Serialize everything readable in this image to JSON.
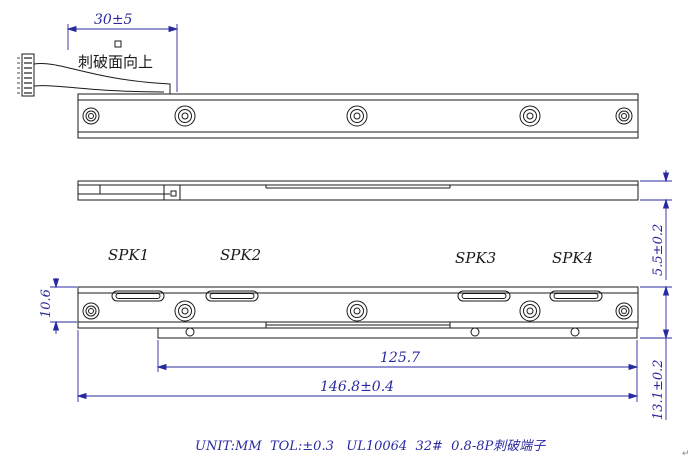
{
  "dimensions": {
    "cable_length": "30±5",
    "body_height": "5.5±0.2",
    "board_height": "10.6",
    "inner_length": "125.7",
    "total_length": "146.8±0.4",
    "total_height": "13.1±0.2"
  },
  "annotations": {
    "puncture_side_up": "刺破面向上"
  },
  "speakers": [
    "SPK1",
    "SPK2",
    "SPK3",
    "SPK4"
  ],
  "footer": {
    "spec": "UNIT:MM  TOL:±0.3   UL10064  32#  0.8-8P刺破端子"
  },
  "colors": {
    "outline": "#1a1a1a",
    "dimension": "#2a2aa0"
  }
}
